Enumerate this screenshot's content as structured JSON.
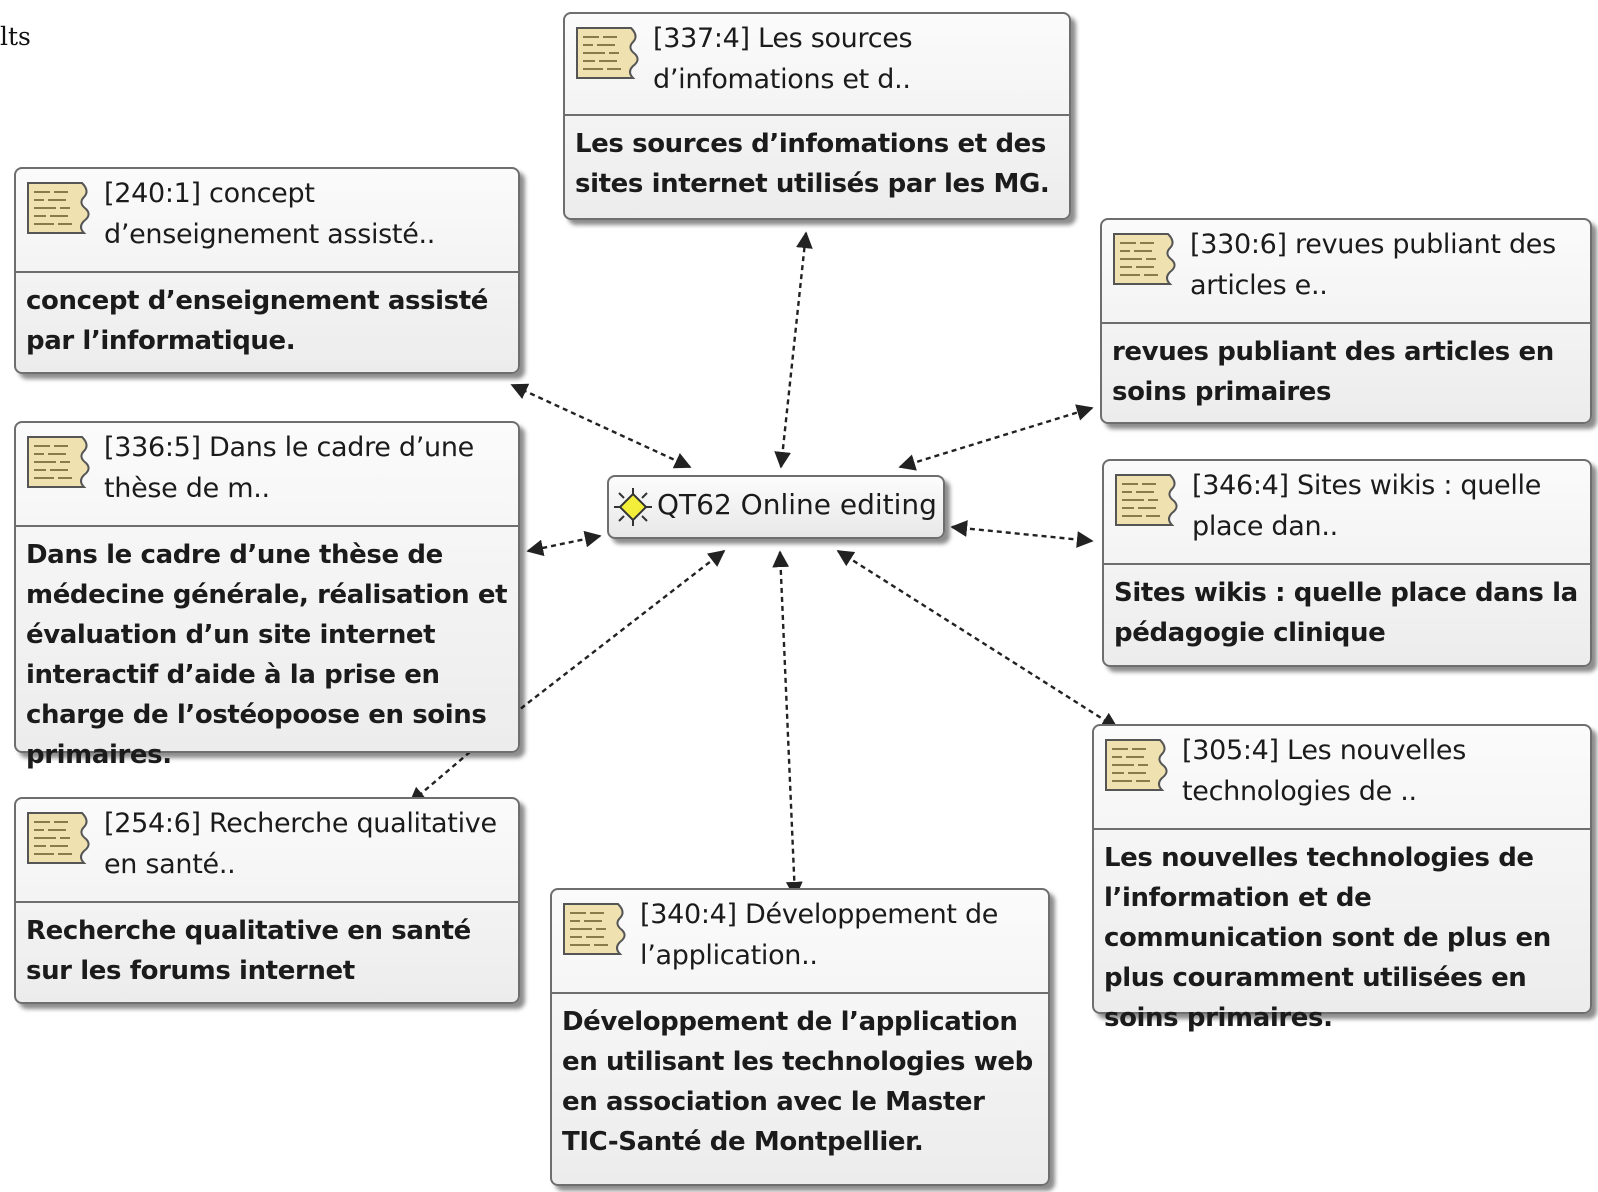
{
  "stray_text": "lts",
  "center": {
    "label": "QT62 Online editing",
    "icon": "sun-network-icon"
  },
  "nodes": [
    {
      "id": "337-4",
      "title": "[337:4] Les sources d’infomations et d..",
      "body": "Les sources d’infomations et des sites internet utilisés par les MG."
    },
    {
      "id": "240-1",
      "title": "[240:1] concept d’enseignement assisté..",
      "body": "concept d’enseignement assisté par l’informatique."
    },
    {
      "id": "330-6",
      "title": "[330:6] revues publiant des articles e..",
      "body": "revues publiant des articles en soins primaires"
    },
    {
      "id": "336-5",
      "title": "[336:5] Dans le cadre d’une thèse de m..",
      "body": "Dans le cadre d’une thèse de médecine générale, réalisation et évaluation d’un site internet interactif d’aide à la prise en charge de l’ostéopoose en soins primaires."
    },
    {
      "id": "346-4",
      "title": "[346:4] Sites wikis : quelle place dan..",
      "body": "Sites wikis : quelle place dans la pédagogie clinique"
    },
    {
      "id": "305-4",
      "title": "[305:4] Les nouvelles technologies de ..",
      "body": "Les nouvelles technologies de l’information et de communication sont de plus en plus couramment utilisées en soins primaires."
    },
    {
      "id": "254-6",
      "title": "[254:6] Recherche qualitative en santé..",
      "body": "Recherche qualitative en santé sur les forums internet"
    },
    {
      "id": "340-4",
      "title": "[340:4] Développement de l’application..",
      "body": "Développement de l’application en utilisant les technologies web en association avec le Master TIC-Santé de Montpellier."
    }
  ],
  "colors": {
    "link": "#222222",
    "card_border": "#6e6e6e",
    "icon_fill": "#efe2b0",
    "center_icon_fill": "#f3ee3a"
  }
}
